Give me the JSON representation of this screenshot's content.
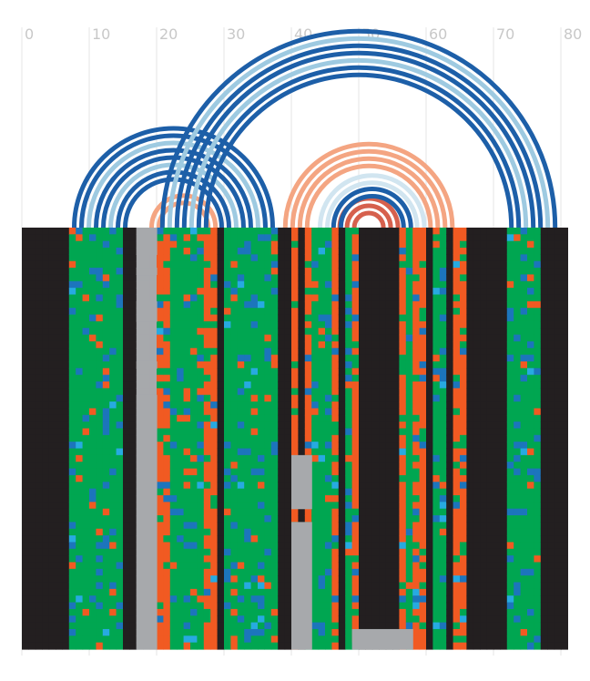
{
  "chart_data": {
    "type": "heatmap",
    "title": "",
    "xlabel": "",
    "ylabel": "",
    "xlim": [
      0,
      80
    ],
    "x_ticks": [
      "0",
      "10",
      "20",
      "30",
      "40",
      "50",
      "60",
      "70",
      "80"
    ],
    "grid": true,
    "legend": "none",
    "colors": {
      "black": "#231f20",
      "green": "#00a651",
      "orange": "#f15a22",
      "blue": "#1c75bc",
      "light_blue": "#27aae1",
      "gray": "#a7a9ac",
      "arc_dark_blue": "#1d5fa8",
      "arc_light_blue": "#9ecae1",
      "arc_orange": "#f4a582",
      "arc_pale": "#fddbc7",
      "arc_red": "#d6604d",
      "arc_pale_blue": "#d1e5f0"
    },
    "rows": 63,
    "column_blocks": [
      {
        "start": 0,
        "end": 7,
        "color": "black"
      },
      {
        "start": 7,
        "end": 15,
        "color": "green"
      },
      {
        "start": 15,
        "end": 17,
        "color": "black"
      },
      {
        "start": 17,
        "end": 20,
        "color": "gray"
      },
      {
        "start": 20,
        "end": 22,
        "color": "orange"
      },
      {
        "start": 22,
        "end": 25,
        "color": "green"
      },
      {
        "start": 25,
        "end": 27,
        "color": "green"
      },
      {
        "start": 27,
        "end": 29,
        "color": "orange"
      },
      {
        "start": 29,
        "end": 30,
        "color": "black"
      },
      {
        "start": 30,
        "end": 38,
        "color": "green"
      },
      {
        "start": 38,
        "end": 40,
        "color": "black"
      },
      {
        "start": 40,
        "end": 41,
        "color": "orange"
      },
      {
        "start": 41,
        "end": 42,
        "color": "black"
      },
      {
        "start": 42,
        "end": 43,
        "color": "orange"
      },
      {
        "start": 43,
        "end": 46,
        "color": "green"
      },
      {
        "start": 46,
        "end": 47,
        "color": "orange"
      },
      {
        "start": 47,
        "end": 48,
        "color": "black"
      },
      {
        "start": 48,
        "end": 49,
        "color": "green"
      },
      {
        "start": 49,
        "end": 50,
        "color": "orange"
      },
      {
        "start": 50,
        "end": 51,
        "color": "black"
      },
      {
        "start": 51,
        "end": 55,
        "color": "black"
      },
      {
        "start": 55,
        "end": 56,
        "color": "black"
      },
      {
        "start": 56,
        "end": 57,
        "color": "orange"
      },
      {
        "start": 57,
        "end": 58,
        "color": "green"
      },
      {
        "start": 58,
        "end": 60,
        "color": "orange"
      },
      {
        "start": 60,
        "end": 61,
        "color": "black"
      },
      {
        "start": 61,
        "end": 63,
        "color": "green"
      },
      {
        "start": 63,
        "end": 64,
        "color": "black"
      },
      {
        "start": 64,
        "end": 66,
        "color": "orange"
      },
      {
        "start": 66,
        "end": 72,
        "color": "black"
      },
      {
        "start": 72,
        "end": 77,
        "color": "green"
      },
      {
        "start": 77,
        "end": 81,
        "color": "black"
      }
    ],
    "arc_groups": [
      {
        "inner_left": 15,
        "inner_right": 30,
        "count": 8,
        "color": "arc_dark_blue"
      },
      {
        "inner_left": 20,
        "inner_right": 28,
        "count": 2,
        "color": "arc_orange"
      },
      {
        "inner_left": 49,
        "inner_right": 54,
        "count": 3,
        "color": "arc_red"
      },
      {
        "inner_left": 47,
        "inner_right": 57,
        "count": 2,
        "color": "arc_dark_blue"
      },
      {
        "inner_left": 45,
        "inner_right": 59,
        "count": 2,
        "color": "arc_pale_blue"
      },
      {
        "inner_left": 42,
        "inner_right": 61,
        "count": 4,
        "color": "arc_orange"
      },
      {
        "inner_left": 27,
        "inner_right": 73,
        "count": 7,
        "color": "arc_dark_blue"
      }
    ],
    "overlays": [
      {
        "col_start": 40,
        "col_end": 43,
        "row_start": 34,
        "row_end": 42,
        "color": "gray"
      },
      {
        "col_start": 40,
        "col_end": 43,
        "row_start": 44,
        "row_end": 63,
        "color": "gray"
      },
      {
        "col_start": 49,
        "col_end": 58,
        "row_start": 60,
        "row_end": 63,
        "color": "gray"
      },
      {
        "col_start": 17,
        "col_end": 20,
        "row_start": 0,
        "row_end": 4,
        "color": "gray"
      },
      {
        "col_start": 17,
        "col_end": 20,
        "row_start": 6,
        "row_end": 7,
        "color": "gray"
      },
      {
        "col_start": 17,
        "col_end": 20,
        "row_start": 11,
        "row_end": 14,
        "color": "gray"
      },
      {
        "col_start": 17,
        "col_end": 20,
        "row_start": 20,
        "row_end": 21,
        "color": "gray"
      },
      {
        "col_start": 17,
        "col_end": 20,
        "row_start": 25,
        "row_end": 63,
        "color": "gray"
      }
    ]
  }
}
